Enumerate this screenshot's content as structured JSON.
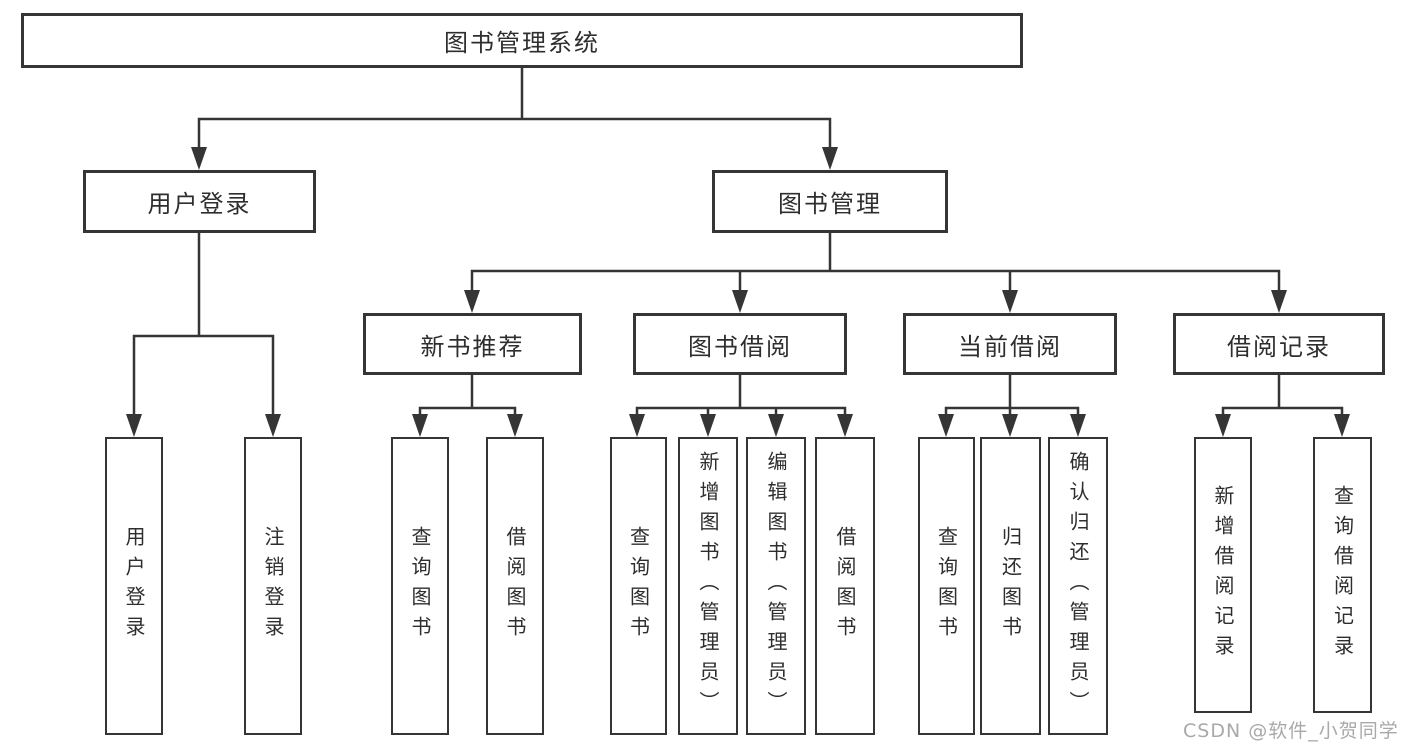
{
  "diagram": {
    "title_node": "图书管理系统",
    "level2": [
      {
        "label": "用户登录"
      },
      {
        "label": "图书管理"
      }
    ],
    "level3": [
      {
        "label": "新书推荐"
      },
      {
        "label": "图书借阅"
      },
      {
        "label": "当前借阅"
      },
      {
        "label": "借阅记录"
      }
    ],
    "leaves_login": [
      "用户登录",
      "注销登录"
    ],
    "leaves_recommend": [
      "查询图书",
      "借阅图书"
    ],
    "leaves_borrow": [
      "查询图书",
      "新增图书（管理员）",
      "编辑图书（管理员）",
      "借阅图书"
    ],
    "leaves_current": [
      "查询图书",
      "归还图书",
      "确认归还（管理员）"
    ],
    "leaves_records": [
      "新增借阅记录",
      "查询借阅记录"
    ]
  },
  "watermark": "CSDN @软件_小贺同学",
  "colors": {
    "line": "#353535",
    "box_border": "#353535",
    "text": "#2e2e2e",
    "watermark": "#a9a9a9",
    "background": "#ffffff"
  }
}
